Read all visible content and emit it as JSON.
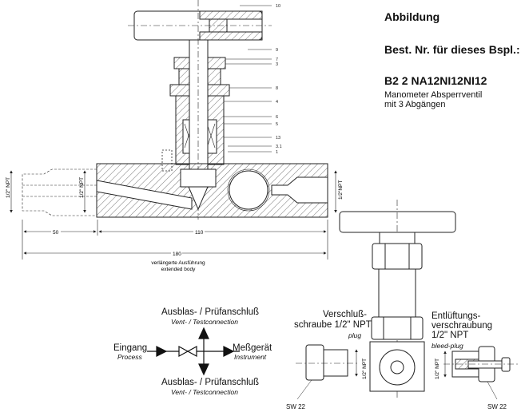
{
  "header": {
    "title": "Abbildung",
    "order_label": "Best. Nr. für dieses Bspl.:",
    "order_code": "B2 2 NA12NI12NI12",
    "description_line1": "Manometer Absperrventil",
    "description_line2": "mit 3 Abgängen"
  },
  "section_drawing": {
    "part_numbers": [
      "10",
      "9",
      "7",
      "3",
      "8",
      "4",
      "6",
      "5",
      "13",
      "3.1",
      "1"
    ],
    "npt_left": "1/2\" NPT",
    "npt_inner": "1/2\" NPT",
    "npt_right": "1/2\"NPT",
    "dim_50": "50",
    "dim_110": "110",
    "dim_180": "180",
    "extended_de": "verlängerte Ausführung",
    "extended_en": "extended body"
  },
  "schematic": {
    "top_de": "Ausblas- / Prüfanschluß",
    "top_en": "Vent- / Testconnection",
    "bottom_de": "Ausblas- / Prüfanschluß",
    "bottom_en": "Vent- / Testconnection",
    "left_de": "Eingang",
    "left_en": "Process",
    "right_de": "Meßgerät",
    "right_en": "Instrument"
  },
  "side_view": {
    "plug_de_1": "Verschluß-",
    "plug_de_2": "schraube 1/2\" NPT",
    "plug_en": "plug",
    "bleed_de_1": "Entlüftungs-",
    "bleed_de_2": "verschraubung",
    "bleed_de_3": "1/2\" NPT",
    "bleed_en": "bleed-plug",
    "npt_center": "1/2\" NPT",
    "npt_bleed": "1/2\" NPT",
    "sw_left": "SW 22",
    "sw_right": "SW 22"
  }
}
